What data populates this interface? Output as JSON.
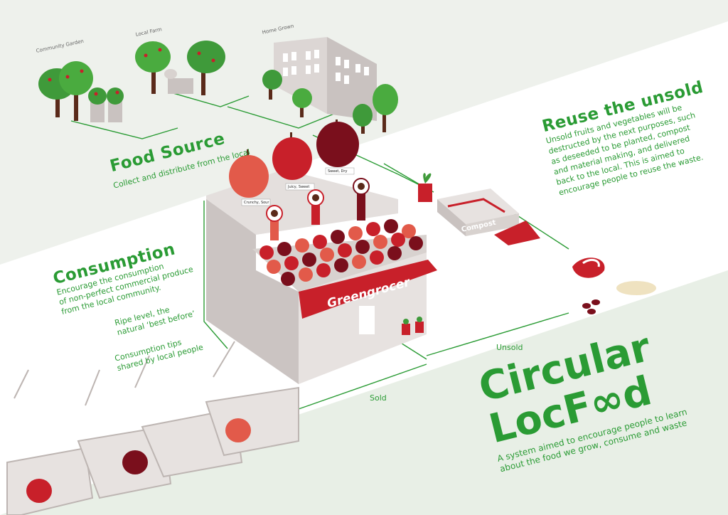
{
  "sources": {
    "community_garden": "Community Garden",
    "local_farm": "Local Farm",
    "home_grown": "Home Grown"
  },
  "food_source": {
    "heading": "Food Source",
    "text": "Collect and distribute from the local"
  },
  "reuse": {
    "heading": "Reuse the unsold",
    "lines": [
      "Unsold fruits and vegetables will be",
      "destructed by the next purposes, such",
      "as deseeded to be planted, compost",
      "and material making, and delivered",
      "back to the local. This is aimed to",
      "encourage people to reuse the waste."
    ]
  },
  "consumption": {
    "heading": "Consumption",
    "lines": [
      "Encourage the consumption",
      "of non-perfect commercial produce",
      "from the local community."
    ]
  },
  "ripe_note": "Ripe level, the\nnatural ‘best before’",
  "tips_note": "Consumption tips\nshared by local people",
  "shop_sign": "Greengrocer",
  "apple_tags": [
    "Crunchy, Sour",
    "Juicy, Sweet",
    "Sweet, Dry"
  ],
  "compost_label": "Compost",
  "flow": {
    "unsold": "Unsold",
    "sold": "Sold"
  },
  "title": {
    "line1": "Circular",
    "line2": "LocF",
    "line2_end": "d"
  },
  "tagline": [
    "A system aimed to encourage people to learn",
    "about the food we grow, consume and waste"
  ],
  "colors": {
    "green": "#2a9b34",
    "red": "#c8202a",
    "dark_red": "#7a0f1c",
    "salmon": "#e25a4a"
  }
}
